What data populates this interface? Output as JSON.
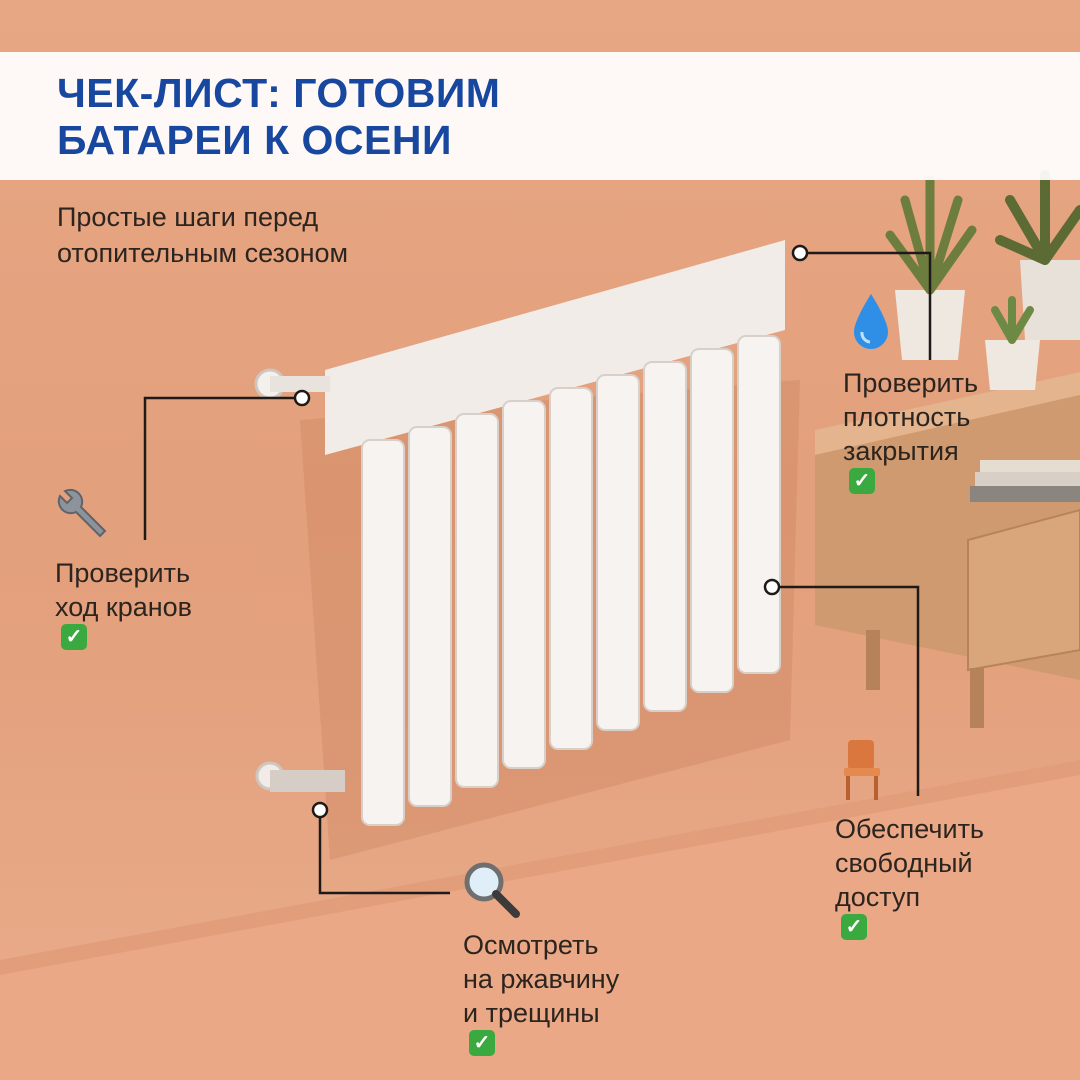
{
  "header": {
    "title_line1": "ЧЕК-ЛИСТ: ГОТОВИМ",
    "title_line2": "БАТАРЕИ К ОСЕНИ"
  },
  "subtitle": {
    "line1": "Простые шаги перед",
    "line2": "отопительным сезоном"
  },
  "checklist": [
    {
      "icon": "wrench-icon",
      "line1": "Проверить",
      "line2": "ход кранов",
      "line3": ""
    },
    {
      "icon": "water-drop-icon",
      "line1": "Проверить",
      "line2": "плотность",
      "line3": "закрытия"
    },
    {
      "icon": "chair-icon",
      "line1": "Обеспечить",
      "line2": "свободный",
      "line3": "доступ"
    },
    {
      "icon": "magnifier-icon",
      "line1": "Осмотреть",
      "line2": "на ржавчину",
      "line3": "и трещины"
    }
  ],
  "colors": {
    "title": "#17479e",
    "checkmark": "#3aa940",
    "wall": "#e3a07c"
  },
  "checkmark_glyph": "✓"
}
